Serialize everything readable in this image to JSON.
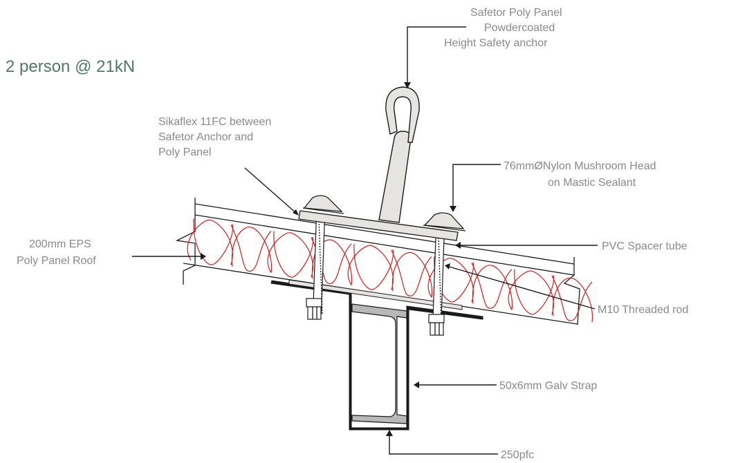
{
  "title": "2 person @ 21kN",
  "labels": {
    "anchor": [
      "Safetor Poly Panel",
      "Powdercoated",
      "Height Safety anchor"
    ],
    "sikaflex": [
      "Sikaflex 11FC between",
      "Safetor Anchor and",
      "Poly Panel"
    ],
    "mushroom": [
      "76mmØNylon Mushroom Head",
      "on Mastic Sealant"
    ],
    "eps": [
      "200mm EPS",
      "Poly Panel Roof"
    ],
    "spacer": "PVC Spacer tube",
    "rod": "M10 Threaded rod",
    "strap": "50x6mm Galv  Strap",
    "pfc": "250pfc"
  },
  "colors": {
    "title": "#4d7a64",
    "label": "#8a8a8a",
    "insulation": "#e01818",
    "steel": "#b8b8b8",
    "anchor": "#e6e4e1"
  }
}
